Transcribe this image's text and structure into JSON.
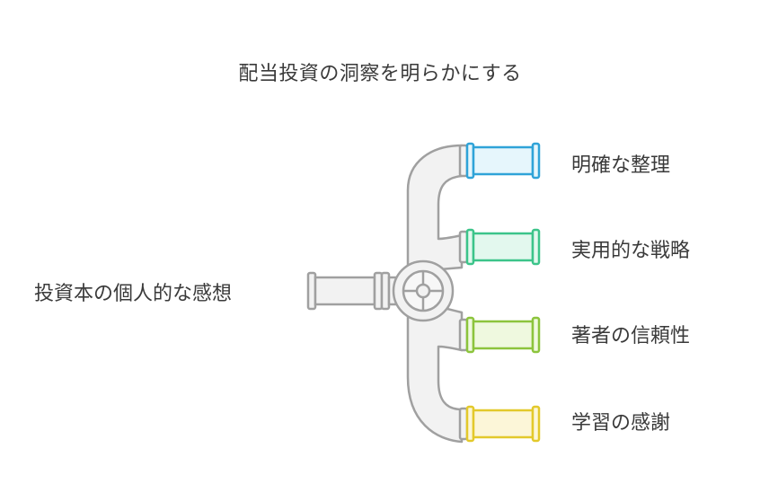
{
  "title": "配当投資の洞察を明らかにする",
  "source": {
    "label": "投資本の個人的な感想"
  },
  "branches": [
    {
      "label": "明確な整理",
      "color": "#2fa3d8",
      "fill": "#e6f6fc"
    },
    {
      "label": "実用的な戦略",
      "color": "#3cc48a",
      "fill": "#e3f8ee"
    },
    {
      "label": "著者の信頼性",
      "color": "#8cc43c",
      "fill": "#eff9df"
    },
    {
      "label": "学習の感謝",
      "color": "#e3c92b",
      "fill": "#fcf6d8"
    }
  ],
  "pipe": {
    "stroke": "#a0a0a0",
    "fill": "#f2f2f2"
  }
}
